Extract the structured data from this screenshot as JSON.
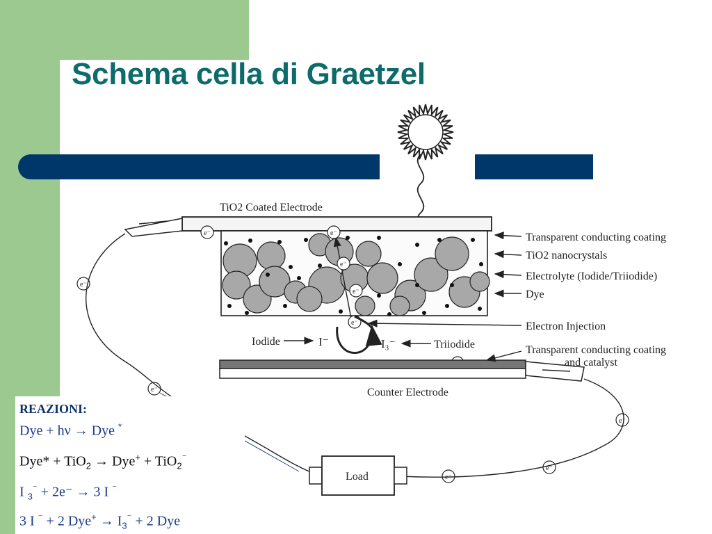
{
  "slide": {
    "title": "Schema cella di Graetzel"
  },
  "diagram": {
    "labels": {
      "tio2_electrode": "TiO2 Coated Electrode",
      "transparent_coating": "Transparent conducting coating",
      "tio2_nanocrystals": "TiO2 nanocrystals",
      "electrolyte": "Electrolyte (Iodide/Triiodide)",
      "dye": "Dye",
      "electron_injection": "Electron Injection",
      "iodide": "Iodide",
      "iodide_ion": "I⁻",
      "triiodide_ion": "I₃⁻",
      "triiodide": "Triiodide",
      "coating_catalyst_1": "Transparent conducting coating",
      "coating_catalyst_2": "and catalyst",
      "counter_electrode": "Counter Electrode",
      "load": "Load",
      "electron": "e⁻"
    }
  },
  "reactions": {
    "header": "REAZIONI:",
    "r1": {
      "lhs": "Dye + hν → Dye",
      "star": "*"
    },
    "r2": {
      "a": "Dye*  + TiO",
      "sub_a": "2",
      "b": " → Dye",
      "sup_b": "+",
      "c": " + TiO",
      "sub_c": "2",
      "sup_c": "⁻"
    },
    "r3": {
      "a": "I ",
      "sub_a": "3",
      "sup_a": "⁻",
      "b": " + 2e⁻ → 3 I ",
      "sup_b": "⁻"
    },
    "r4": {
      "a": "3 I ",
      "sup_a": "⁻",
      "b": " + 2 Dye",
      "sup_b": "+",
      "c": " → I",
      "sub_c": "3",
      "sup_c": "⁻",
      "d": " + 2 Dye"
    }
  },
  "colors": {
    "title": "#0e6b6b",
    "accent_bar": "#00376b",
    "side_green": "#9bc98f",
    "reaction_text": "#1b3a8c"
  }
}
